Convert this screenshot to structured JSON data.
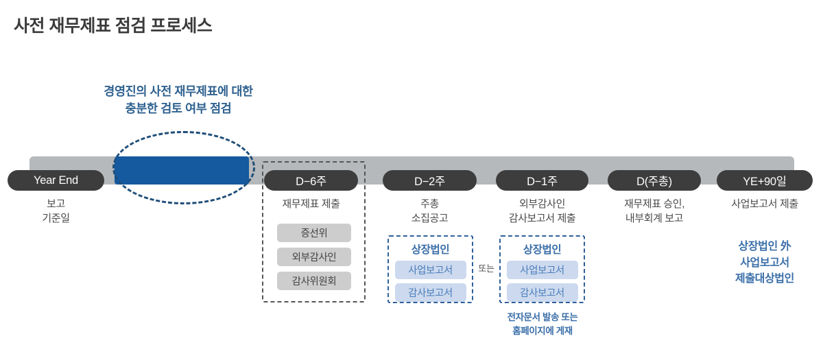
{
  "page": {
    "title": "사전 재무제표 점검 프로세스"
  },
  "callout": {
    "line1": "경영진의 사전 재무제표에 대한",
    "line2": "충분한 검토 여부 점검",
    "color": "#2f618f"
  },
  "timeline": {
    "bar_color": "#b6b9bb",
    "highlight_color": "#15599f",
    "ellipse_color": "#1f4e79",
    "pill_color": "#3d3d3d"
  },
  "milestones": [
    {
      "id": "year-end",
      "label": "Year End",
      "caption_line1": "보고",
      "caption_line2": "기준일"
    },
    {
      "id": "d-6w",
      "label": "D−6주",
      "caption_line1": "재무제표 제출",
      "caption_line2": ""
    },
    {
      "id": "d-2w",
      "label": "D−2주",
      "caption_line1": "주총",
      "caption_line2": "소집공고"
    },
    {
      "id": "d-1w",
      "label": "D−1주",
      "caption_line1": "외부감사인",
      "caption_line2": "감사보고서 제출"
    },
    {
      "id": "d-agm",
      "label": "D(주총)",
      "caption_line1": "재무제표 승인,",
      "caption_line2": "내부회계 보고"
    },
    {
      "id": "ye-plus-90",
      "label": "YE+90일",
      "caption_line1": "사업보고서 제출",
      "caption_line2": ""
    }
  ],
  "groups": {
    "d6w_recipients": {
      "border_color": "#55555a",
      "chip_color": "#cdcdcd",
      "items": [
        "증선위",
        "외부감사인",
        "감사위원회"
      ]
    },
    "d2w_listed": {
      "border_color": "#2f5f99",
      "title": "상장법인",
      "chip_color": "#ccd9ee",
      "items": [
        "사업보고서",
        "감사보고서"
      ]
    },
    "d1w_listed": {
      "border_color": "#2f5f99",
      "title": "상장법인",
      "chip_color": "#ccd9ee",
      "items": [
        "사업보고서",
        "감사보고서"
      ]
    }
  },
  "connector": {
    "or_label": "또는"
  },
  "footnotes": {
    "d1w": {
      "line1": "전자문서 발송 또는",
      "line2": "홈페이지에 게재"
    },
    "ye90": {
      "line1": "상장법인 外",
      "line2": "사업보고서",
      "line3": "제출대상법인"
    }
  }
}
